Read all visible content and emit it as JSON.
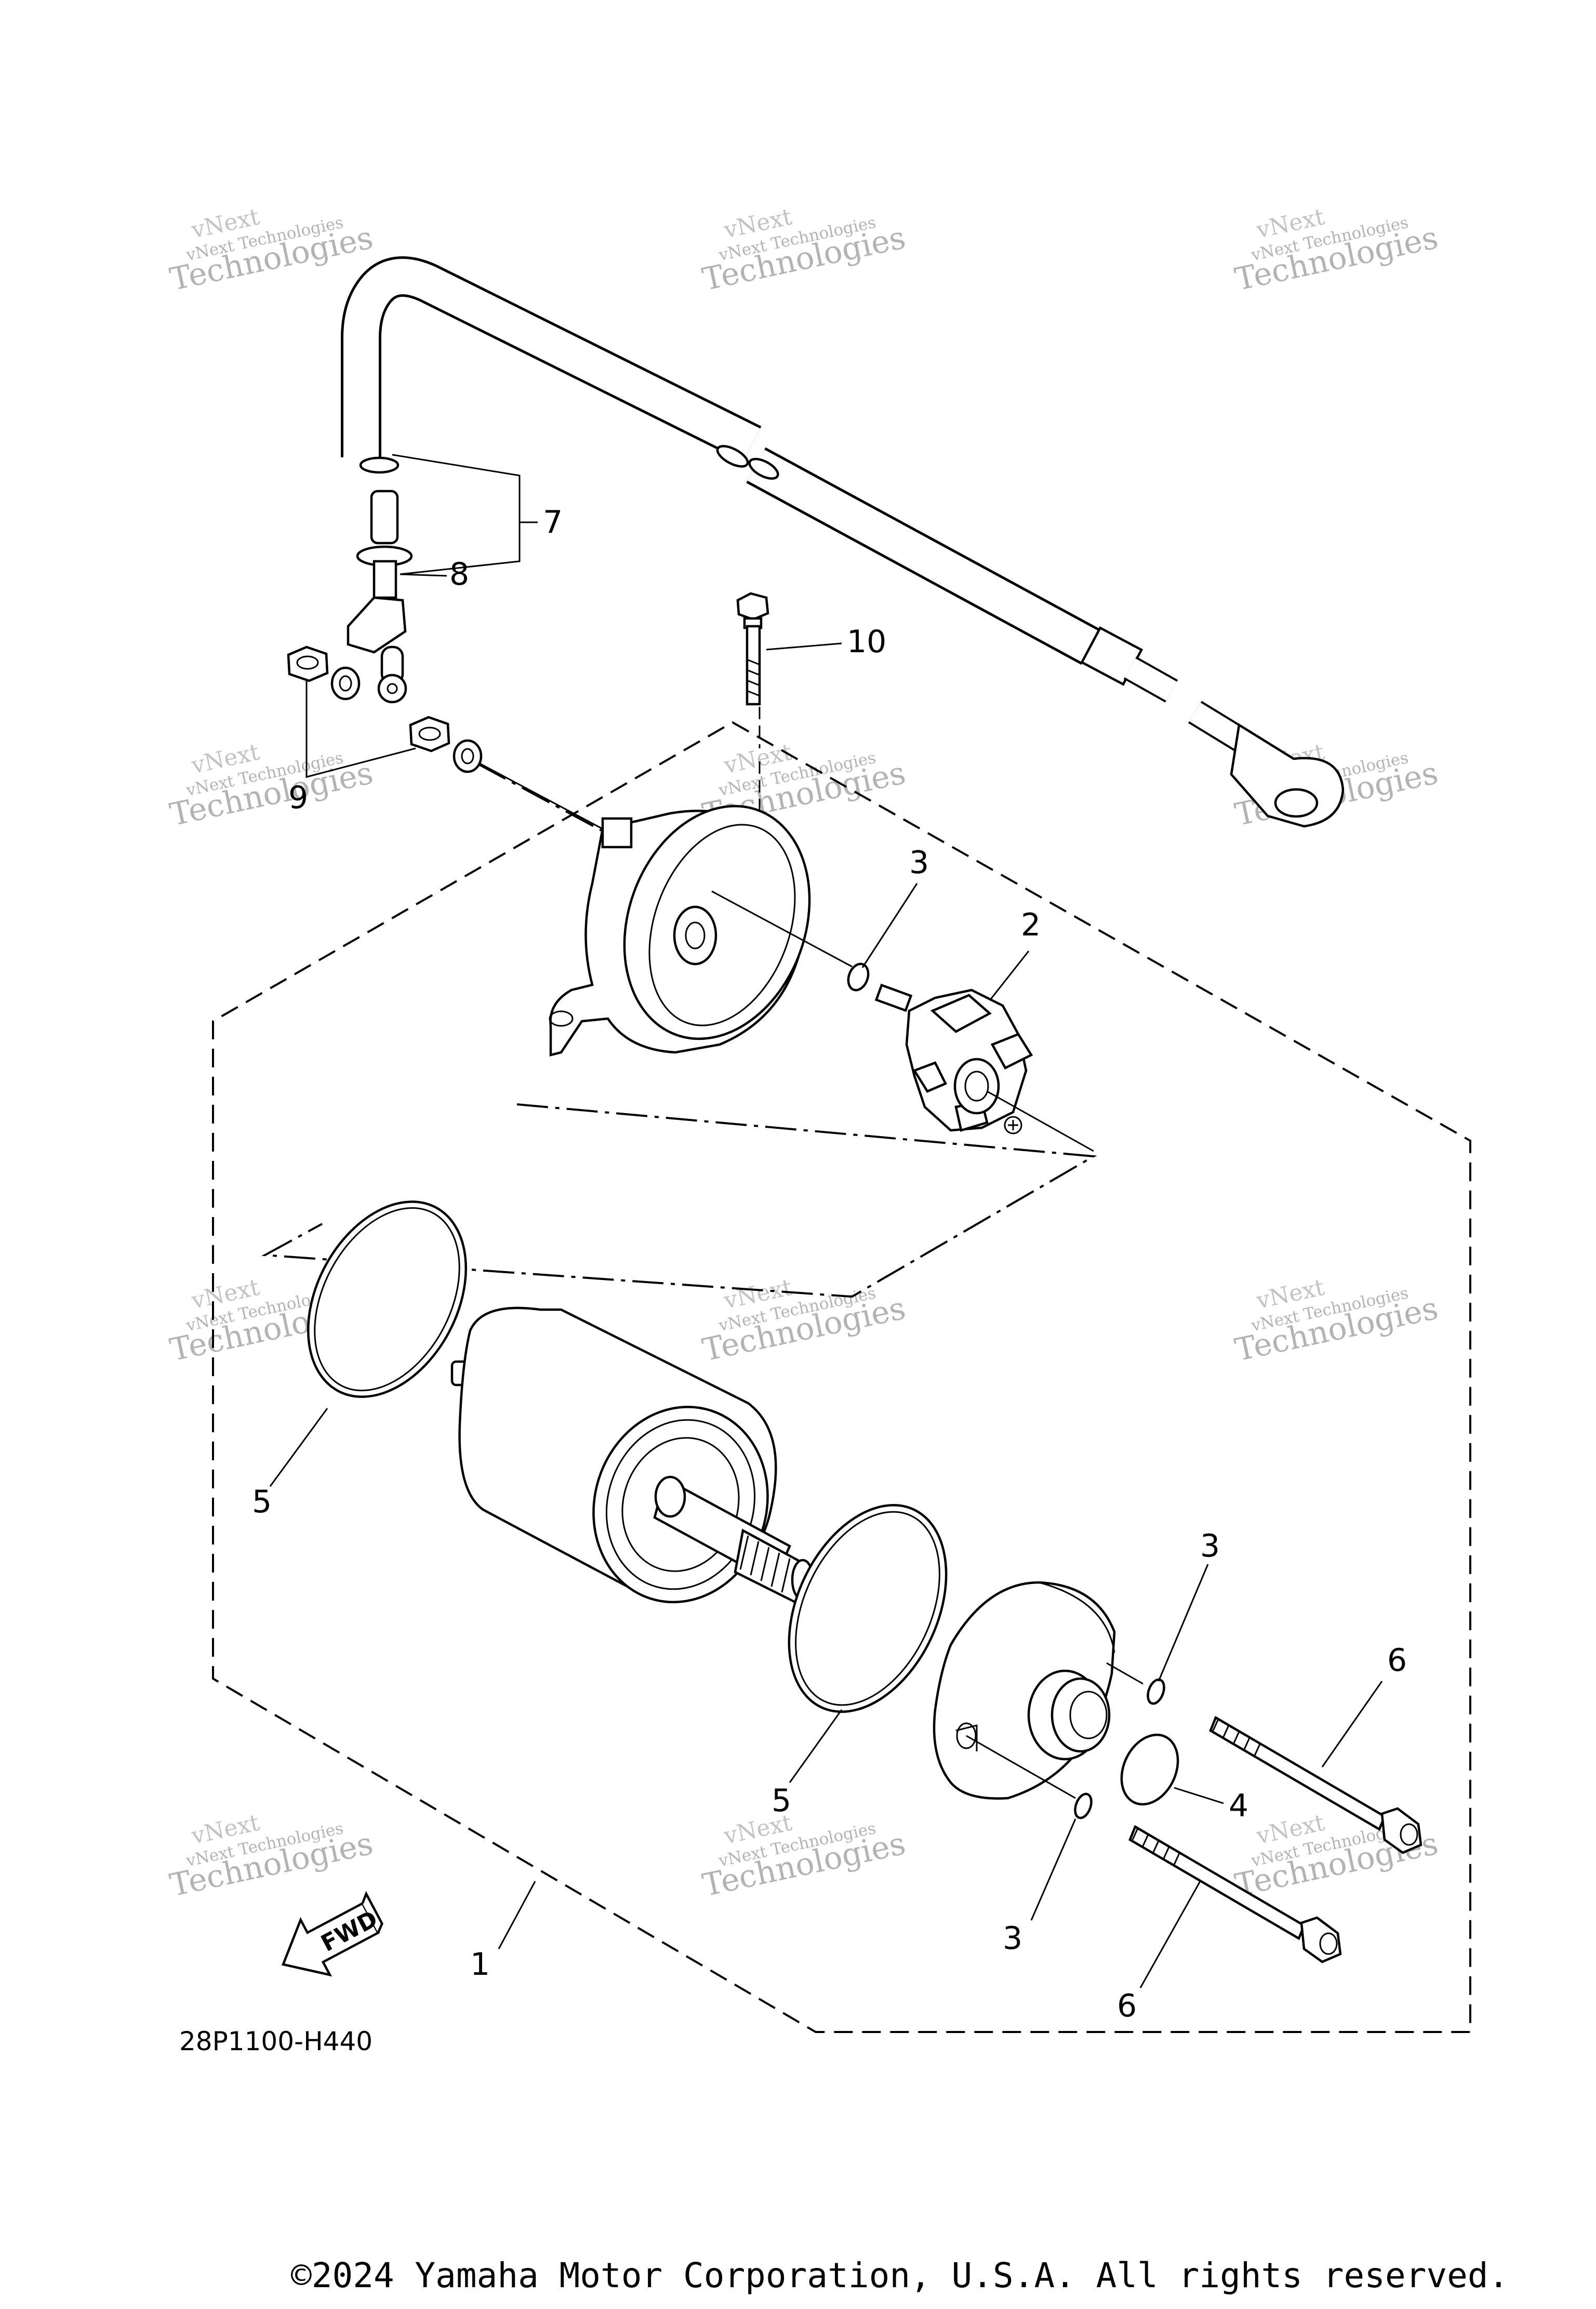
{
  "diagram": {
    "part_code": "28P1100-H440",
    "fwd_label": "FWD",
    "callouts": [
      "1",
      "2",
      "3",
      "3",
      "3",
      "4",
      "5",
      "5",
      "6",
      "6",
      "7",
      "8",
      "9",
      "10"
    ]
  },
  "watermark": {
    "line1": "vNext Technologies",
    "line2": "Technologies",
    "line3": "vNext"
  },
  "footer": {
    "copyright": "©2024 Yamaha Motor Corporation, U.S.A. All rights reserved."
  }
}
